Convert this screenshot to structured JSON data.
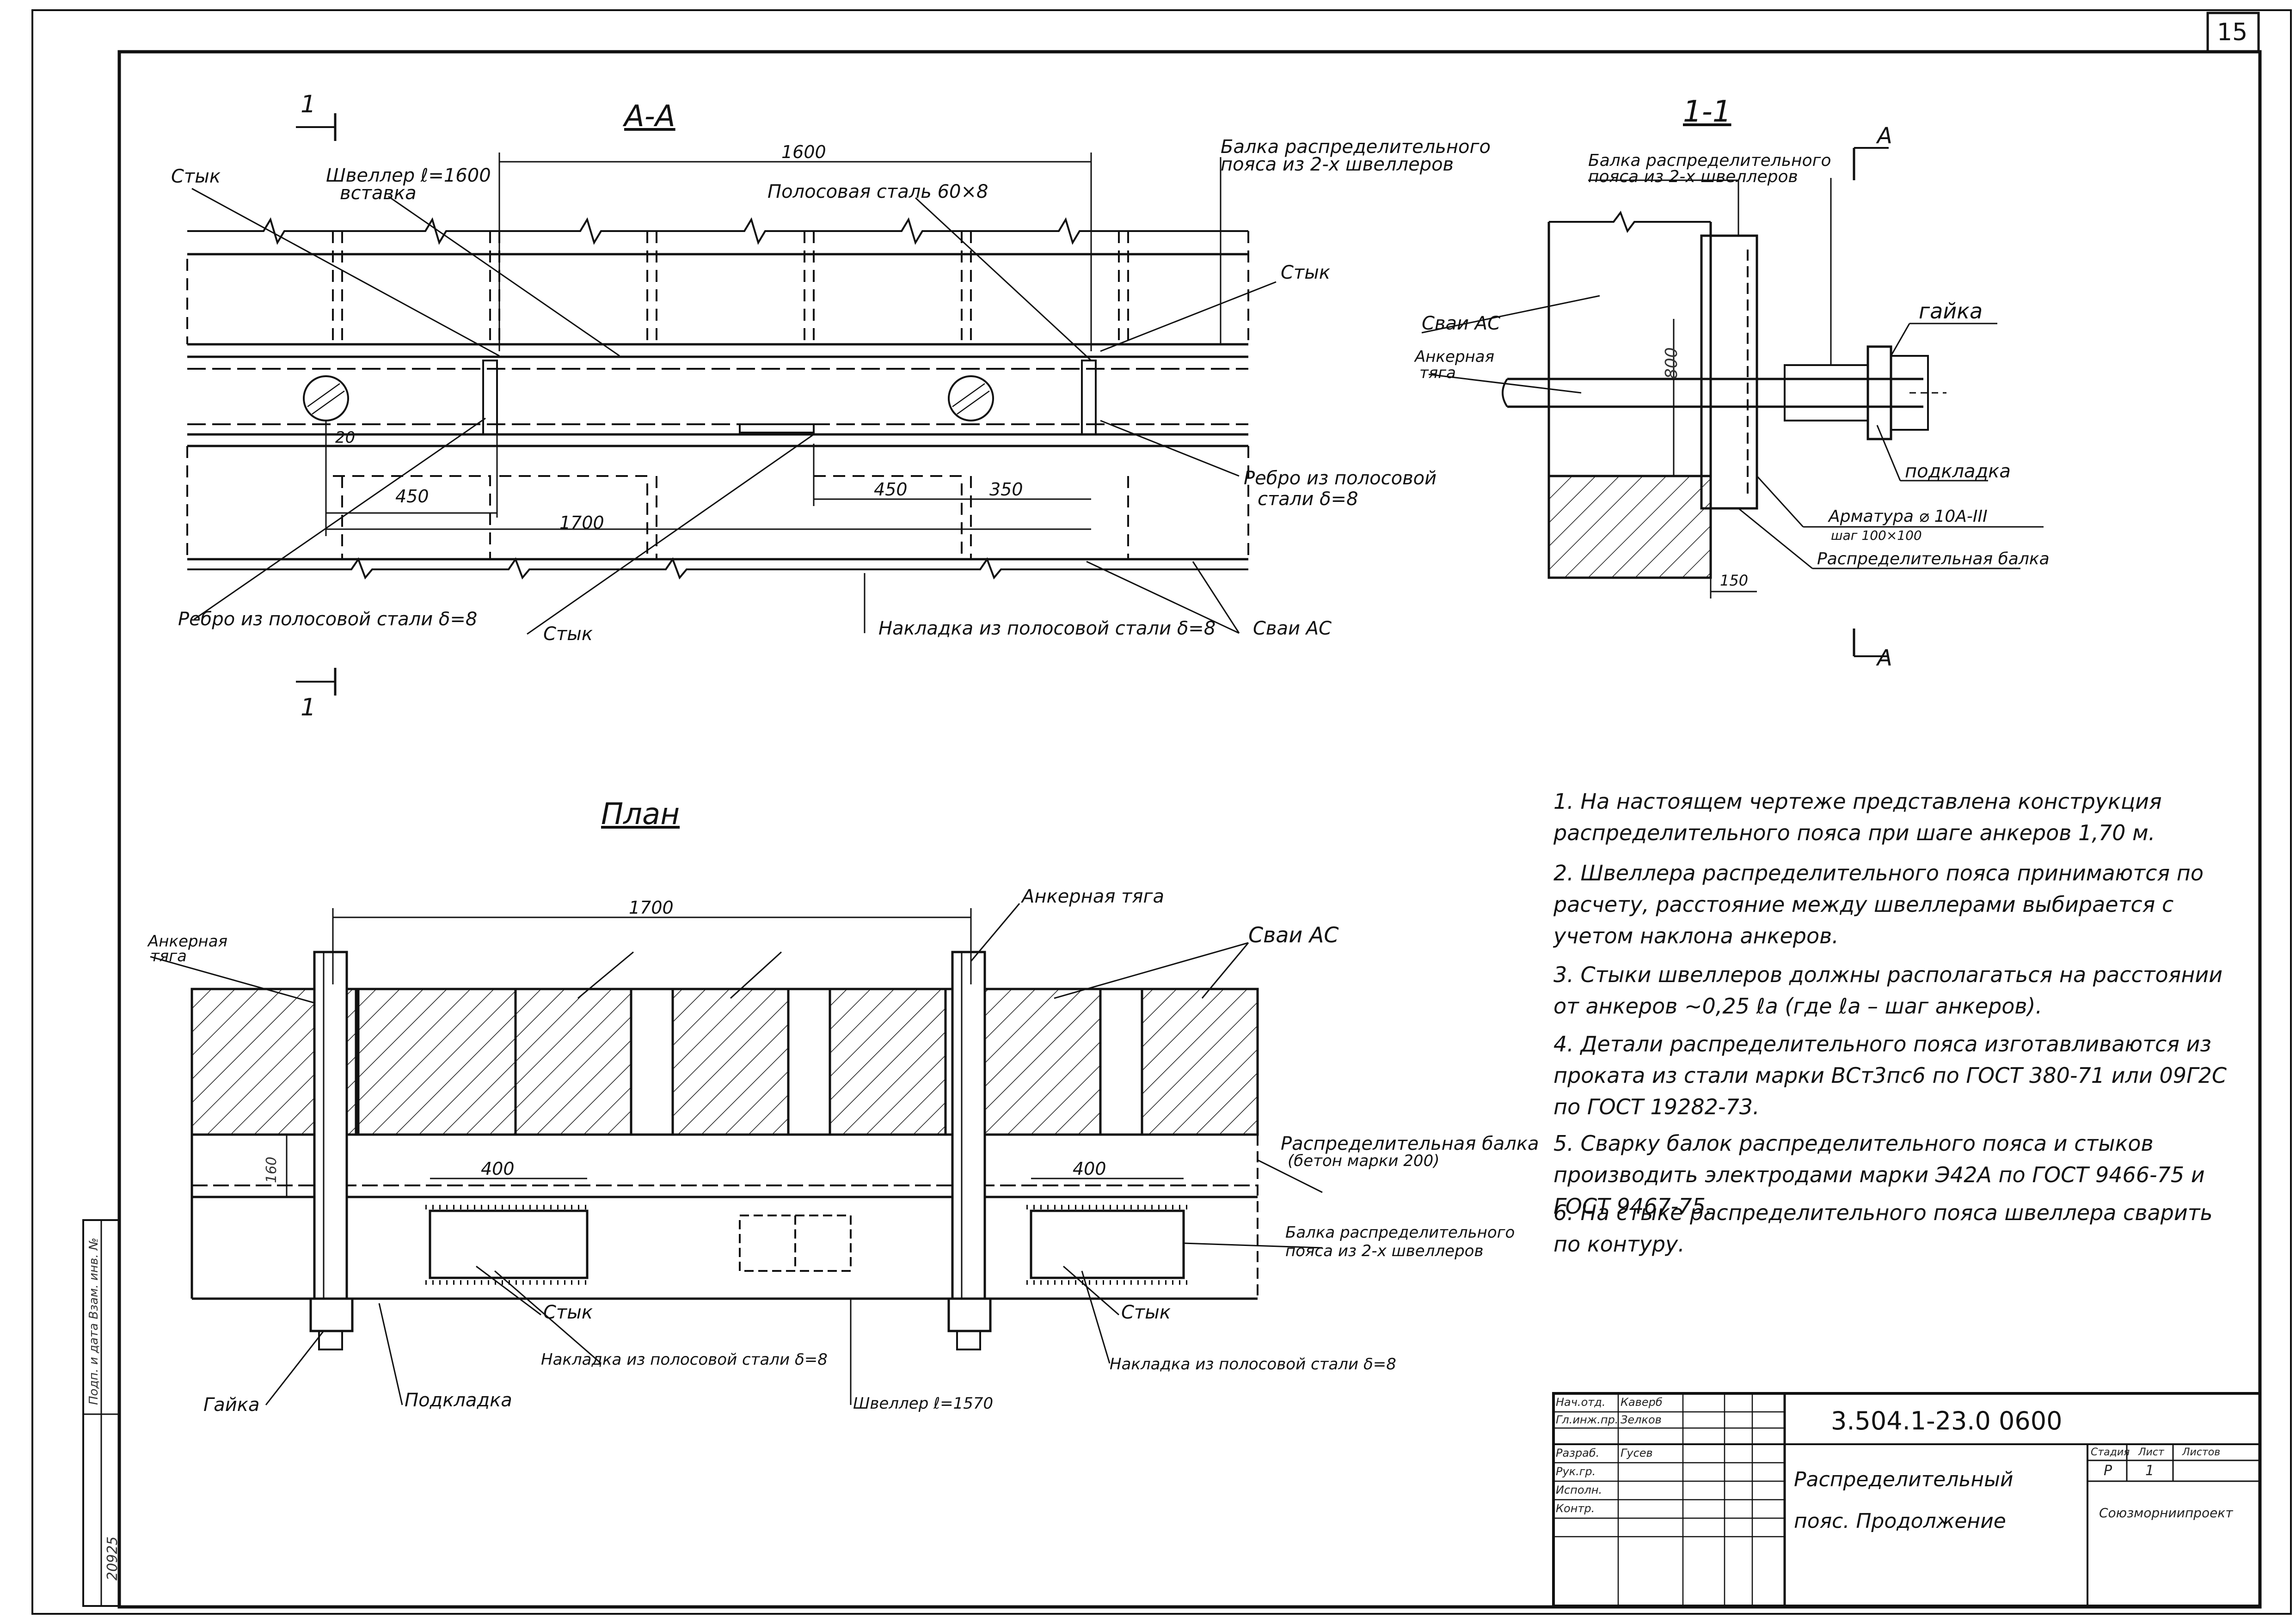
{
  "sheet_number": "15",
  "section_aa": {
    "title": "А-А",
    "cut_mark": "1",
    "labels": {
      "styk_top": "Стык",
      "shveller_1": "Швеллер ℓ=1600",
      "shveller_2": "вставка",
      "polosovaya": "Полосовая сталь 60×8",
      "balka_1": "Балка распределительного",
      "balka_2": "пояса из 2-х швеллеров",
      "styk_right": "Стык",
      "rebro_right_1": "Ребро из полосовой",
      "rebro_right_2": "стали δ=8",
      "rebro_left": "Ребро из полосовой стали δ=8",
      "styk_bottom": "Стык",
      "nakladka": "Накладка из полосовой стали δ=8",
      "svai": "Сваи АС"
    },
    "dims": {
      "d1600": "1600",
      "d450a": "450",
      "d1700": "1700",
      "d20": "20",
      "d450b": "450",
      "d350": "350"
    }
  },
  "section_11": {
    "title": "1-1",
    "cut_mark": "А",
    "labels": {
      "balka_1": "Балка распределительного",
      "balka_2": "пояса из 2-х швеллеров",
      "svai": "Сваи АС",
      "ankernaya_1": "Анкерная",
      "ankernaya_2": "тяга",
      "gaika": "гайка",
      "podkladka": "подкладка",
      "armatura_1": "Арматура ⌀ 10А-III",
      "armatura_2": "шаг 100×100",
      "raspr_balka": "Распределительная балка"
    },
    "dims": {
      "d800": "800",
      "d150": "150"
    }
  },
  "plan": {
    "title": "План",
    "labels": {
      "ankernaya_left_1": "Анкерная",
      "ankernaya_left_2": "тяга",
      "ankernaya_right": "Анкерная тяга",
      "svai": "Сваи АС",
      "raspr_1": "Распределительная балка",
      "raspr_2": "(бетон марки 200)",
      "balka_1": "Балка распределительного",
      "balka_2": "пояса из 2-х швеллеров",
      "styk_left": "Стык",
      "styk_right": "Стык",
      "nakladka_left": "Накладка из полосовой стали δ=8",
      "nakladka_right": "Накладка из полосовой стали δ=8",
      "shveller": "Швеллер ℓ=1570",
      "gaika": "Гайка",
      "podkladka": "Подкладка"
    },
    "dims": {
      "d1700": "1700",
      "d400a": "400",
      "d400b": "400",
      "d160": "160"
    }
  },
  "notes": [
    "1. На настоящем чертеже представлена конструкция распределительного пояса при шаге анкеров 1,70 м.",
    "2. Швеллера распределительного пояса принимаются по расчету, расстояние между швеллерами выбирается с учетом наклона анкеров.",
    "3. Стыки швеллеров должны располагаться на расстоянии от анкеров ~0,25 ℓа (где ℓа – шаг анкеров).",
    "4. Детали распределительного пояса изготавливаются из проката из стали марки ВСт3пс6 по ГОСТ 380-71 или 09Г2С по ГОСТ 19282-73.",
    "5. Сварку балок распределительного пояса и стыков производить электродами марки Э42А по ГОСТ 9466-75 и ГОСТ 9467-75.",
    "6. На стыке распределительного пояса швеллера сварить по контуру."
  ],
  "title_block": {
    "code": "3.504.1-23.0 0600",
    "name_line1": "Распределительный",
    "name_line2": "пояс. Продолжение",
    "stage_hdr": "Стадия",
    "sheet_hdr": "Лист",
    "sheets_hdr": "Листов",
    "stage": "Р",
    "sheet": "1",
    "org": "Союзморниипроект",
    "rows": [
      [
        "Нач.отд.",
        "Каверб"
      ],
      [
        "Гл.инж.пр.",
        "Зелков"
      ],
      [
        "Разраб.",
        "Гусев"
      ],
      [
        "Рук.гр.",
        ""
      ],
      [
        "Исполн.",
        ""
      ],
      [
        "Контр.",
        ""
      ]
    ]
  },
  "side_stamp": {
    "label": "Подп. и дата   Взам. инв. №",
    "number": "20925"
  }
}
